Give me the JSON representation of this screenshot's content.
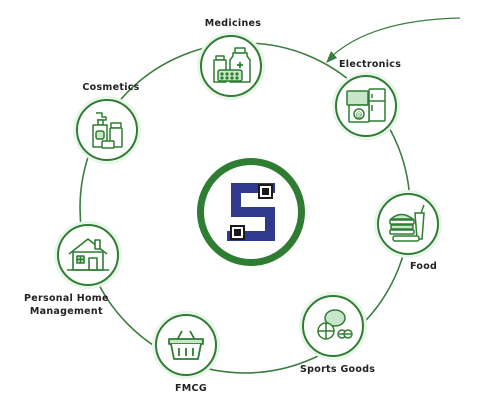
{
  "diagram": {
    "colors": {
      "ring": "#3a7d3e",
      "node_border": "#2e7d32",
      "icon_stroke": "#2e7d32",
      "icon_fill": "#ffffff",
      "icon_accent": "#c8e6c9",
      "hub_border": "#2e7d32",
      "logo_blue": "#2f3a8f",
      "logo_square": "#1a1a1a"
    },
    "hub": {
      "logo_letter": "S",
      "logo_icon": "s-logo-icon"
    },
    "nodes": [
      {
        "id": "medicines",
        "label": "Medicines",
        "icon": "medicine-bottles-icon"
      },
      {
        "id": "electronics",
        "label": "Electronics",
        "icon": "appliances-icon"
      },
      {
        "id": "food",
        "label": "Food",
        "icon": "food-icon"
      },
      {
        "id": "sports",
        "label": "Sports Goods",
        "icon": "sports-balls-icon"
      },
      {
        "id": "fmcg",
        "label": "FMCG",
        "icon": "shopping-basket-icon"
      },
      {
        "id": "home",
        "label": "Personal Home\nManagement",
        "icon": "house-icon"
      },
      {
        "id": "cosmetics",
        "label": "Cosmetics",
        "icon": "cosmetics-bottles-icon"
      }
    ]
  }
}
